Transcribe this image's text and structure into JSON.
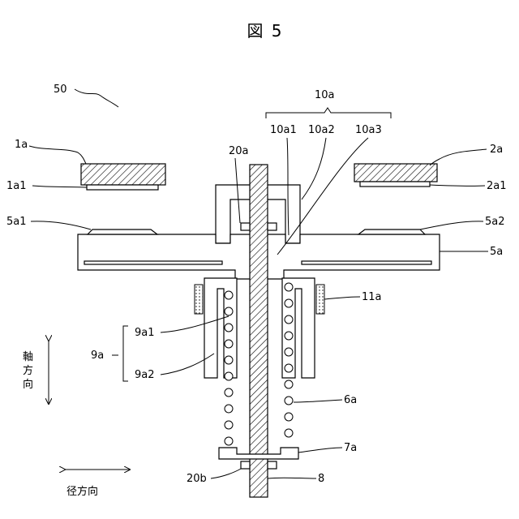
{
  "figure": {
    "title": "図 5",
    "labels": {
      "l50": "50",
      "l10a": "10a",
      "l10a1": "10a1",
      "l10a2": "10a2",
      "l10a3": "10a3",
      "l1a": "1a",
      "l2a": "2a",
      "l20a": "20a",
      "l1a1": "1a1",
      "l2a1": "2a1",
      "l5a1": "5a1",
      "l5a2": "5a2",
      "l5a": "5a",
      "l11a": "11a",
      "l9a": "9a",
      "l9a1": "9a1",
      "l9a2": "9a2",
      "l6a": "6a",
      "l7a": "7a",
      "l20b": "20b",
      "l8": "8"
    },
    "axial_label": [
      "軸",
      "方",
      "向"
    ],
    "radial_label": "径方向"
  }
}
